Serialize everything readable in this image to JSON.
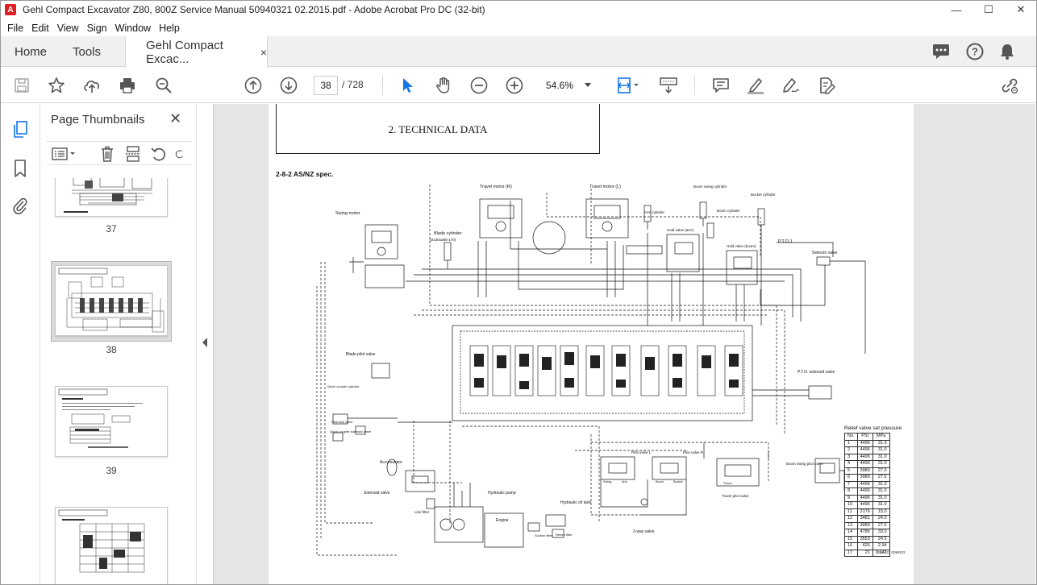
{
  "window": {
    "title": "Gehl Compact Excavator Z80, 800Z Service Manual 50940321 02.2015.pdf - Adobe Acrobat Pro DC (32-bit)",
    "app_icon": "acrobat-icon",
    "minimize": "—",
    "maximize": "☐",
    "close": "✕"
  },
  "menu": [
    "File",
    "Edit",
    "View",
    "Sign",
    "Window",
    "Help"
  ],
  "tabs": {
    "home": "Home",
    "tools": "Tools",
    "doc": "Gehl Compact Excac...",
    "doc_close": "×"
  },
  "toolbar": {
    "page_current": "38",
    "page_total": "/  728",
    "zoom": "54.6%"
  },
  "panel": {
    "title": "Page Thumbnails",
    "close": "✕",
    "thumbnails": [
      {
        "label": "37"
      },
      {
        "label": "38",
        "selected": true
      },
      {
        "label": "39"
      },
      {
        "label": ""
      }
    ]
  },
  "document": {
    "header": "2. TECHNICAL DATA",
    "section": "2-8-2  AS/NZ spec.",
    "labels": {
      "swing_motor": "Swing motor",
      "travel_motor_r": "Travel motor (R)",
      "travel_motor_l": "Travel motor (L)",
      "blade_cylinder": "Blade cylinder",
      "blade_cylinder_spec": "(ø130xø65-170)",
      "arm_cylinder": "Arm cylinder",
      "boom_swing_cylinder": "Boom swing cylinder",
      "boom_cylinder": "Boom cylinder",
      "bucket_cylinder": "Bucket cylinder",
      "hold_valve_arm": "Hold valve (arm)",
      "hold_valve_boom": "Hold valve (boom)",
      "pto1": "P.T.O.1",
      "selector_valve": "Selector valve",
      "blade_pilot_valve": "Blade pilot valve",
      "pto_solenoid_valve": "P.T.O. solenoid valve",
      "quick_coupler_cylinder": "Quick coupler cylinder",
      "pilot_lock_valve": "Pilot lock valve",
      "quick_coupler_solenoid": "Quick coupler solenoid valve",
      "accumulator": "Accumulator",
      "solenoid_valve": "Solenoid valve",
      "line_filter": "Line filter",
      "hydraulic_pump": "Hydraulic pump",
      "engine": "Engine",
      "hydraulic_oil_tank": "Hydraulic oil tank",
      "suction_filter": "Suction filter",
      "return_filter": "Return filter",
      "pilot_valve_l": "Pilot valve L",
      "pilot_valve_r": "Pilot valve R",
      "boom_swing_pilot_valve": "Boom swing pilot valve",
      "travel_pilot_valve": "Travel pilot valve",
      "two_way_valve": "2-way valve",
      "swing": "Swing",
      "arm": "Arm",
      "boom": "Boom",
      "bucket": "Bucket",
      "travel": "Travel"
    },
    "relief_table": {
      "title": "Relief valve set pressure",
      "headers": [
        "No.",
        "PSI",
        "MPa"
      ],
      "rows": [
        [
          "1",
          "4496",
          "31.0"
        ],
        [
          "2",
          "4496",
          "31.0"
        ],
        [
          "3",
          "4496",
          "31.0"
        ],
        [
          "4",
          "4496",
          "31.0"
        ],
        [
          "5",
          "3989",
          "27.5"
        ],
        [
          "6",
          "3989",
          "27.5"
        ],
        [
          "7",
          "4496",
          "31.0"
        ],
        [
          "8",
          "4496",
          "31.0"
        ],
        [
          "9",
          "4496",
          "31.0"
        ],
        [
          "10",
          "4496",
          "31.0"
        ],
        [
          "11",
          "2176",
          "15.0"
        ],
        [
          "12",
          "3481",
          "24.0"
        ],
        [
          "13",
          "3989",
          "27.5"
        ],
        [
          "14",
          "4786",
          "33.0"
        ],
        [
          "15",
          "3553",
          "24.5"
        ],
        [
          "16",
          "426",
          "2.94"
        ],
        [
          "17",
          "21",
          "0.147"
        ]
      ]
    },
    "figure_note": "0UA421 00MR03"
  }
}
